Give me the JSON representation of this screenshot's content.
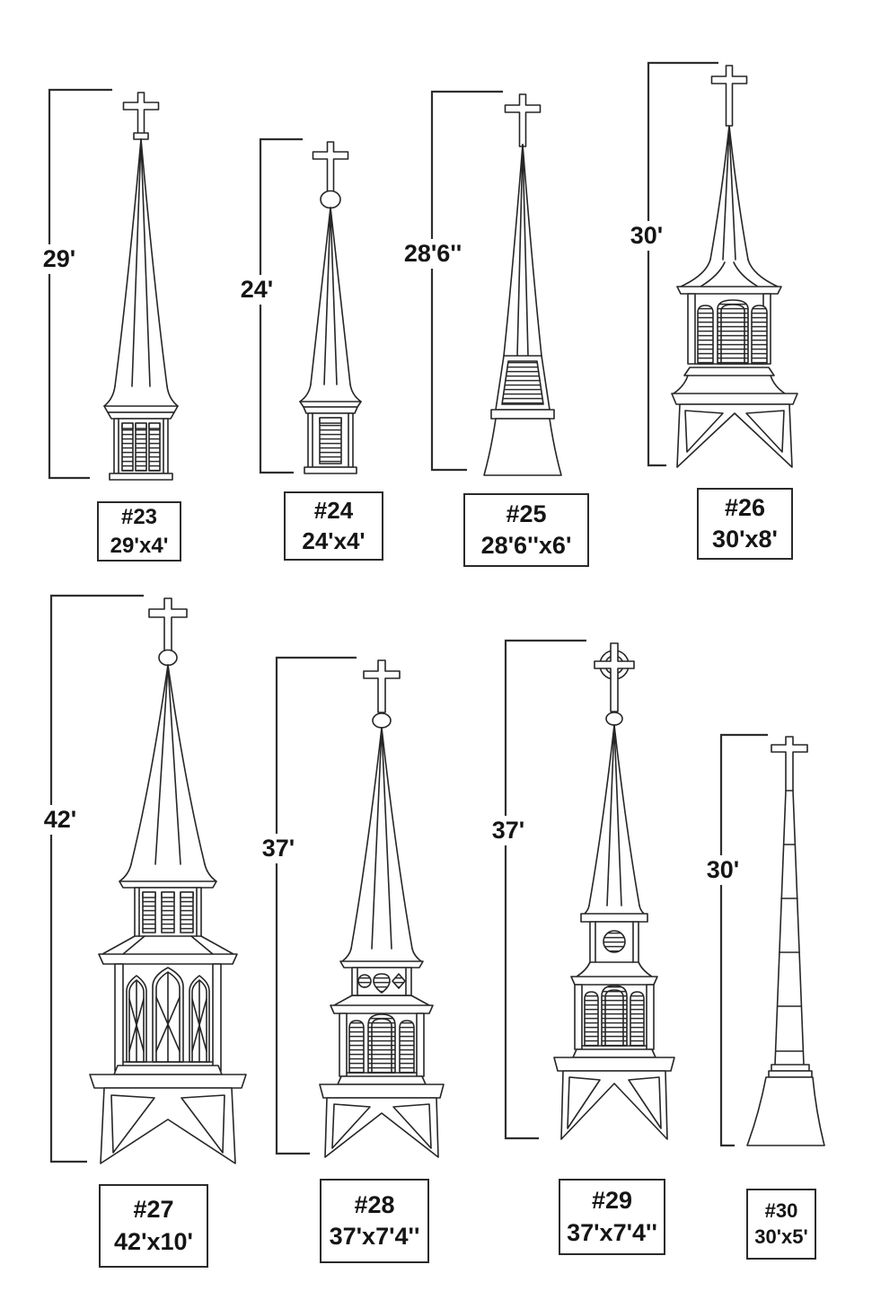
{
  "diagram": {
    "description": "Church steeple size comparison line drawings",
    "line_color": "#262626",
    "background": "#ffffff"
  },
  "steeples": [
    {
      "number": "#23",
      "height_label": "29'",
      "size_label": "29'x4'"
    },
    {
      "number": "#24",
      "height_label": "24'",
      "size_label": "24'x4'"
    },
    {
      "number": "#25",
      "height_label": "28'6''",
      "size_label": "28'6''x6'"
    },
    {
      "number": "#26",
      "height_label": "30'",
      "size_label": "30'x8'"
    },
    {
      "number": "#27",
      "height_label": "42'",
      "size_label": "42'x10'"
    },
    {
      "number": "#28",
      "height_label": "37'",
      "size_label": "37'x7'4''"
    },
    {
      "number": "#29",
      "height_label": "37'",
      "size_label": "37'x7'4''"
    },
    {
      "number": "#30",
      "height_label": "30'",
      "size_label": "30'x5'"
    }
  ]
}
